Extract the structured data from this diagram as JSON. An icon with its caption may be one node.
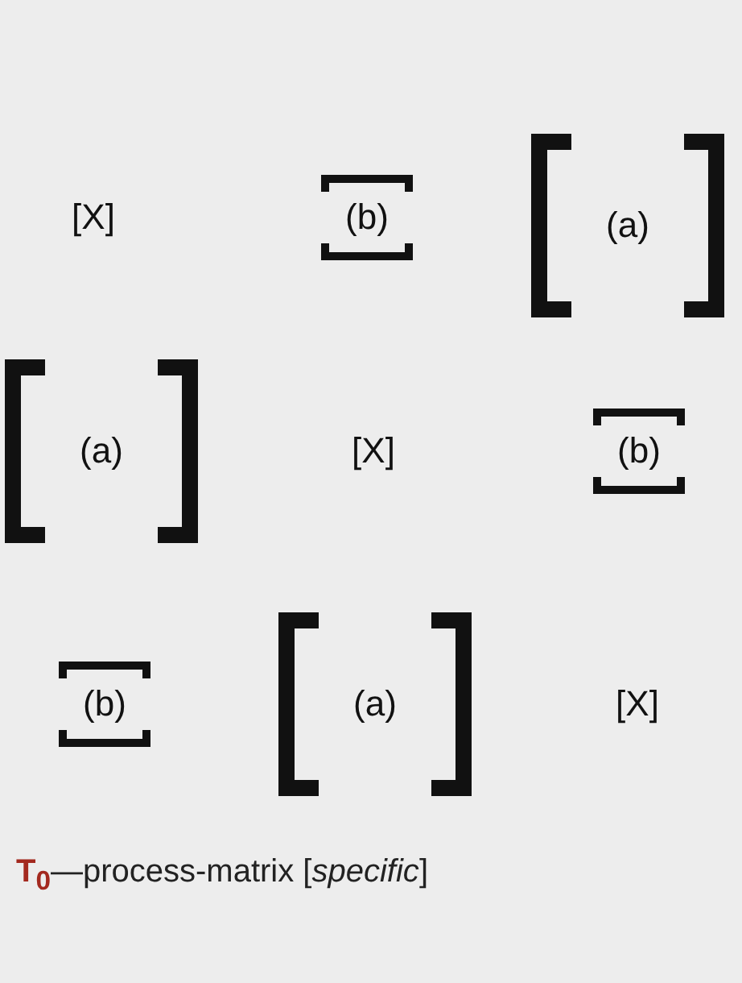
{
  "diagram": {
    "labels": [
      "[X]",
      "(b)",
      "(a)",
      "(a)",
      "[X]",
      "(b)",
      "(b)",
      "(a)",
      "[X]"
    ],
    "caption": "**T$_{0}$**—process-matrix [*specific*]"
  }
}
